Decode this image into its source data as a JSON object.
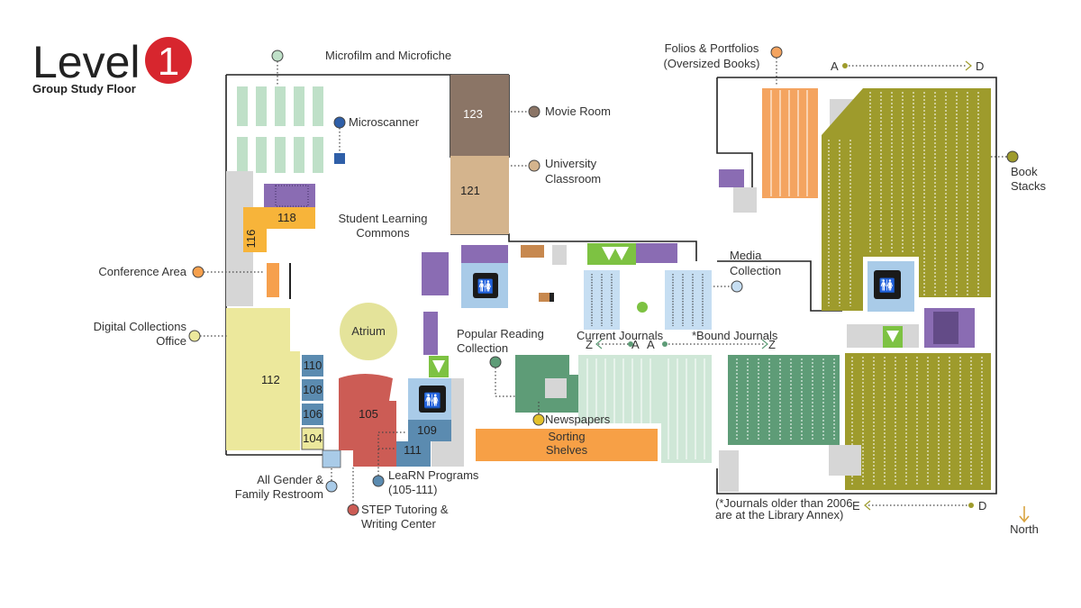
{
  "header": {
    "title": "Level",
    "level_number": "1",
    "subtitle": "Group Study Floor"
  },
  "rooms": {
    "r123": "123",
    "r121": "121",
    "r118": "118",
    "r116": "116",
    "r112": "112",
    "r110": "110",
    "r108": "108",
    "r106": "106",
    "r104": "104",
    "r105": "105",
    "r109": "109",
    "r111": "111"
  },
  "areas": {
    "atrium": "Atrium",
    "student_learning_1": "Student Learning",
    "student_learning_2": "Commons",
    "sorting_1": "Sorting",
    "sorting_2": "Shelves"
  },
  "labels": {
    "microfilm": "Microfilm and Microfiche",
    "microscanner": "Microscanner",
    "movie_room": "Movie Room",
    "classroom_1": "University",
    "classroom_2": "Classroom",
    "folios_1": "Folios & Portfolios",
    "folios_2": "(Oversized Books)",
    "book_stacks_1": "Book",
    "book_stacks_2": "Stacks",
    "media_1": "Media",
    "media_2": "Collection",
    "conference": "Conference Area",
    "digital_1": "Digital Collections",
    "digital_2": "Office",
    "popular_1": "Popular Reading",
    "popular_2": "Collection",
    "current_journals": "Current Journals",
    "bound_journals": "*Bound Journals",
    "newspapers": "Newspapers",
    "restroom_1": "All Gender &",
    "restroom_2": "Family Restroom",
    "learn_1": "LeaRN Programs",
    "learn_2": "(105-111)",
    "step_1": "STEP Tutoring &",
    "step_2": "Writing Center",
    "journals_note_1": "(*Journals older than 2006",
    "journals_note_2": "are at the Library Annex)",
    "north": "North"
  },
  "ranges": {
    "a_top": "A",
    "d_top": "D",
    "e_bottom": "E",
    "d_bottom": "D",
    "z_left": "Z",
    "a_mid_1": "A",
    "a_mid_2": "A",
    "z_right": "Z"
  },
  "colors": {
    "level_red": "#d7262e",
    "microfilm_green": "#bfe0c8",
    "movie_brown": "#8b7566",
    "classroom_tan": "#d4b48d",
    "folios_orange": "#f4a460",
    "stacks_olive": "#9e9b2c",
    "conference_orange": "#f6a04d",
    "digital_yellow": "#ece89c",
    "learn_blue": "#5b8bb0",
    "step_red": "#cc5c55",
    "journals_blue": "#c6def2",
    "popular_green": "#5e9c77",
    "restroom_blue": "#a9cbe8",
    "purple": "#8a6cb3",
    "elevator_green": "#7dc242"
  }
}
